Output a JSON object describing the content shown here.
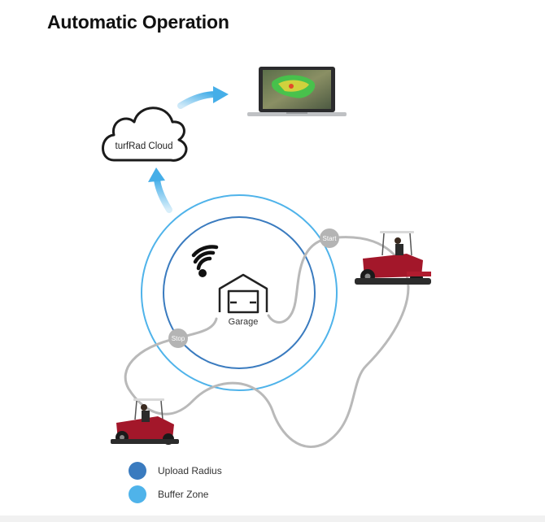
{
  "title": "Automatic Operation",
  "cloud_label": "turfRad Cloud",
  "garage_label": "Garage",
  "start_label": "Start",
  "stop_label": "Stop",
  "legend": [
    {
      "label": "Upload Radius",
      "color": "#3a7bbf"
    },
    {
      "label": "Buffer Zone",
      "color": "#4fb3ea"
    }
  ],
  "colors": {
    "upload_radius": "#3a7bbf",
    "buffer_zone": "#4fb3ea",
    "route": "#b9b9b9",
    "marker": "#b4b4b4",
    "mower_body": "#a3172a",
    "arrow": "#45aee8"
  },
  "icons": [
    "cloud-icon",
    "laptop-icon",
    "wifi-icon",
    "garage-icon",
    "mower-icon",
    "arrow-icon"
  ]
}
